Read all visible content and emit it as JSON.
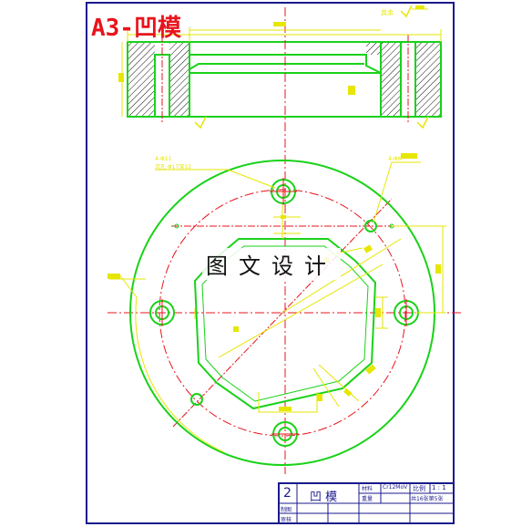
{
  "sheet": {
    "title": "A3-凹模",
    "watermark": "图文设计"
  },
  "section_view": {
    "surface_note": "其余"
  },
  "plan_view": {
    "hole_note_line1": "4-Φ11",
    "hole_note_line2": "沉孔 Φ17深12",
    "dim_note_right": "4-Φ6"
  },
  "title_block": {
    "index": "2",
    "part_name": "凹 模",
    "material_label": "材料",
    "material_value": "Cr12MoV",
    "scale_label": "比例",
    "scale_value": "1 : 1",
    "weight_label": "重量",
    "sheet_count": "共16张第5张",
    "drawn_label": "制图",
    "checked_label": "审核"
  },
  "colors": {
    "frame": "#1a1a8c",
    "outline": "#19d219",
    "center_line": "#e8141c",
    "dimension": "#e6e600",
    "hatch": "#111111"
  }
}
